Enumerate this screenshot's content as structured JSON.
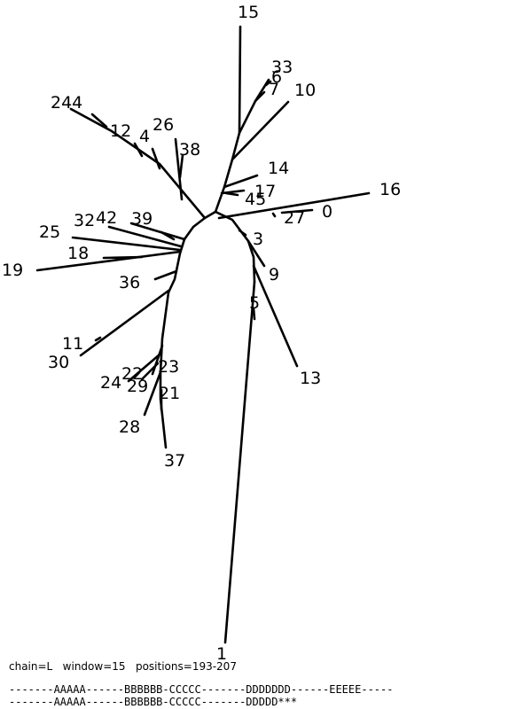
{
  "tree": {
    "labels": [
      "15",
      "33",
      "6",
      "7",
      "10",
      "244",
      "12",
      "4",
      "26",
      "38",
      "14",
      "17",
      "45",
      "16",
      "27",
      "0",
      "32",
      "42",
      "39",
      "25",
      "3",
      "18",
      "9",
      "19",
      "36",
      "5",
      "11",
      "30",
      "23",
      "22",
      "24",
      "29",
      "21",
      "13",
      "28",
      "37",
      "1"
    ]
  },
  "footer": {
    "info": "chain=L   window=15   positions=193-207",
    "sequence_top": "-------AAAAA------BBBBBB-CCCCC-------DDDDDDD------EEEEE-----",
    "sequence_bottom": "-------AAAAA------BBBBBB-CCCCC-------DDDDD***"
  }
}
